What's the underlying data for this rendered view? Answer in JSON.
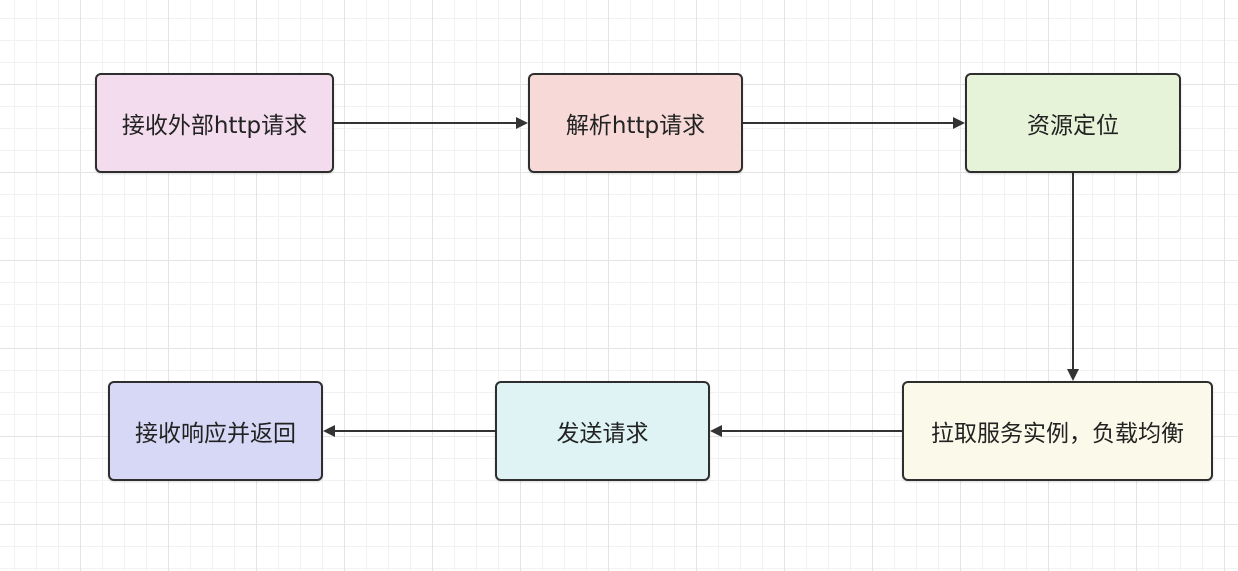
{
  "nodes": [
    {
      "id": "receive-http",
      "label": "接收外部http请求",
      "fill": "#f3dced"
    },
    {
      "id": "parse-http",
      "label": "解析http请求",
      "fill": "#f7dad8"
    },
    {
      "id": "locate-resource",
      "label": "资源定位",
      "fill": "#e6f3d8"
    },
    {
      "id": "pull-instance",
      "label": "拉取服务实例，负载均衡",
      "fill": "#fbfaea"
    },
    {
      "id": "send-request",
      "label": "发送请求",
      "fill": "#dff3f4"
    },
    {
      "id": "receive-return",
      "label": "接收响应并返回",
      "fill": "#d6d8f5"
    }
  ],
  "edges": [
    {
      "from": "receive-http",
      "to": "parse-http"
    },
    {
      "from": "parse-http",
      "to": "locate-resource"
    },
    {
      "from": "locate-resource",
      "to": "pull-instance"
    },
    {
      "from": "pull-instance",
      "to": "send-request"
    },
    {
      "from": "send-request",
      "to": "receive-return"
    }
  ],
  "colors": {
    "stroke": "#2e2e2e",
    "edge": "#333333"
  }
}
